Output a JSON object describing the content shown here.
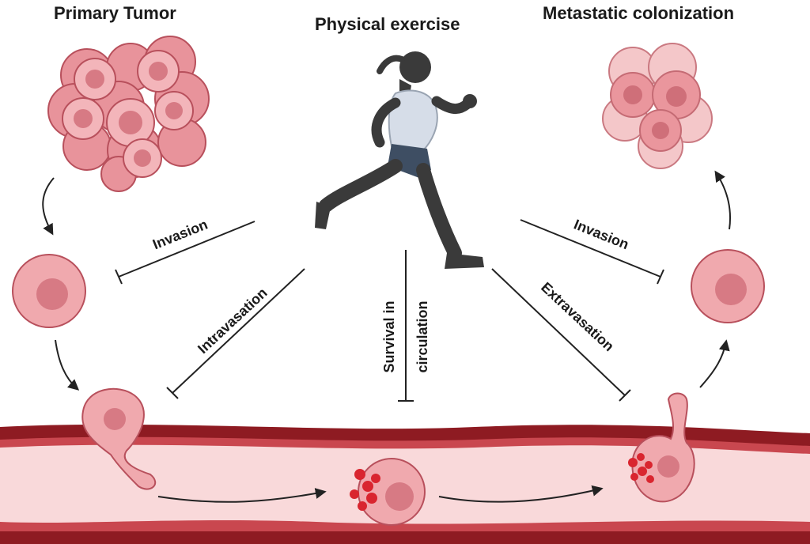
{
  "titles": {
    "primary_tumor": "Primary Tumor",
    "physical_exercise": "Physical exercise",
    "metastatic_colonization": "Metastatic colonization"
  },
  "labels": {
    "invasion_left": "Invasion",
    "intravasation": "Intravasation",
    "survival_line1": "Survival in",
    "survival_line2": "circulation",
    "invasion_right": "Invasion",
    "extravasation": "Extravasation"
  },
  "colors": {
    "cell_fill": "#f0a9ae",
    "cell_stroke": "#b8505c",
    "nucleus": "#d77a84",
    "vessel_wall": "#8e1b22",
    "vessel_lumen": "#f9d9da",
    "platelet": "#d9252f",
    "runner_skin": "#3a3a3a",
    "runner_shorts": "#3e4e63",
    "runner_top": "#d6dde8"
  }
}
